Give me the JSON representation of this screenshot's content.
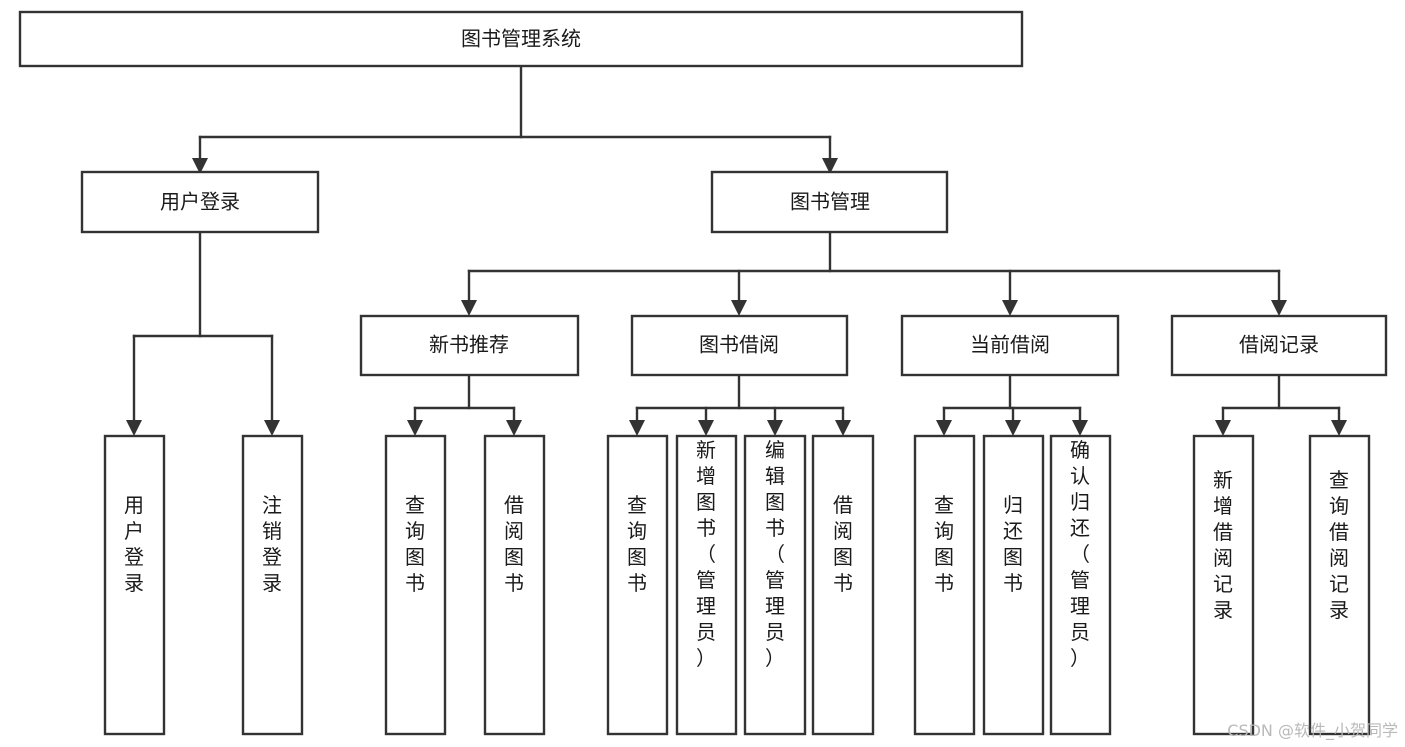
{
  "diagram": {
    "title": "图书管理系统",
    "type": "tree",
    "orientation": "top-down",
    "colors": {
      "background": "#ffffff",
      "box_fill": "#ffffff",
      "box_stroke": "#333333",
      "text": "#1a1a1a",
      "watermark": "#b9b9b9"
    },
    "levels": 4
  },
  "root": {
    "label": "图书管理系统",
    "orientation": "horizontal"
  },
  "level2": [
    {
      "label": "用户登录",
      "orientation": "horizontal"
    },
    {
      "label": "图书管理",
      "orientation": "horizontal"
    }
  ],
  "level3": [
    {
      "label": "新书推荐",
      "orientation": "horizontal",
      "parent": "图书管理"
    },
    {
      "label": "图书借阅",
      "orientation": "horizontal",
      "parent": "图书管理"
    },
    {
      "label": "当前借阅",
      "orientation": "horizontal",
      "parent": "图书管理"
    },
    {
      "label": "借阅记录",
      "orientation": "horizontal",
      "parent": "图书管理"
    }
  ],
  "leaves": {
    "user_login": [
      {
        "label": "用户登录",
        "orientation": "vertical"
      },
      {
        "label": "注销登录",
        "orientation": "vertical"
      }
    ],
    "new_book_recommend": [
      {
        "label": "查询图书",
        "orientation": "vertical"
      },
      {
        "label": "借阅图书",
        "orientation": "vertical"
      }
    ],
    "book_borrow": [
      {
        "label": "查询图书",
        "orientation": "vertical"
      },
      {
        "label": "新增图书（管理员）",
        "orientation": "vertical"
      },
      {
        "label": "编辑图书（管理员）",
        "orientation": "vertical"
      },
      {
        "label": "借阅图书",
        "orientation": "vertical"
      }
    ],
    "current_borrow": [
      {
        "label": "查询图书",
        "orientation": "vertical"
      },
      {
        "label": "归还图书",
        "orientation": "vertical"
      },
      {
        "label": "确认归还（管理员）",
        "orientation": "vertical"
      }
    ],
    "borrow_record": [
      {
        "label": "新增借阅记录",
        "orientation": "vertical"
      },
      {
        "label": "查询借阅记录",
        "orientation": "vertical"
      }
    ]
  },
  "watermark": {
    "text": "CSDN @软件_小贺同学"
  }
}
